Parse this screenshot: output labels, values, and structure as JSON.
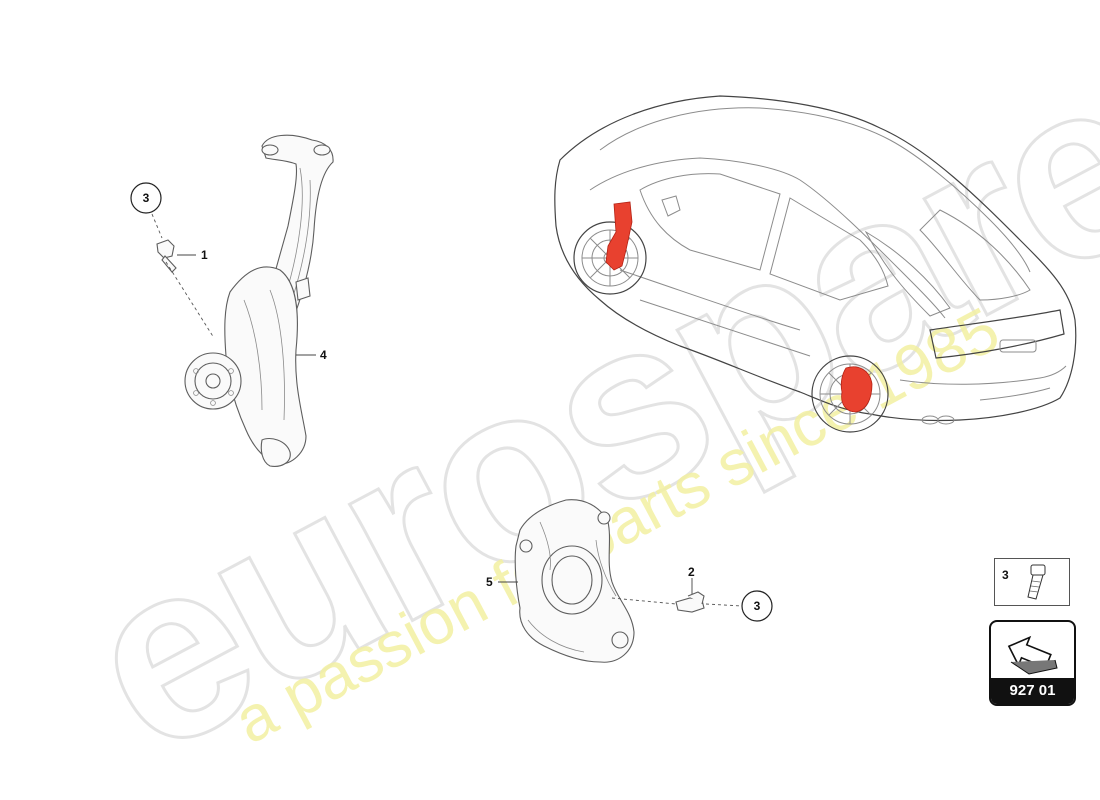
{
  "watermark": {
    "brand": "eurospares",
    "tagline": "a passion for parts since 1985"
  },
  "callouts": [
    {
      "id": "callout-1",
      "number": "1"
    },
    {
      "id": "callout-2",
      "number": "2"
    },
    {
      "id": "callout-3-top",
      "number": "3"
    },
    {
      "id": "callout-3-bottom",
      "number": "3"
    },
    {
      "id": "callout-4",
      "number": "4"
    },
    {
      "id": "callout-5",
      "number": "5"
    }
  ],
  "legend": {
    "part_number": "3",
    "icon": "bolt-icon"
  },
  "reference": {
    "code": "927 01",
    "icon": "direction-arrow-icon"
  },
  "colors": {
    "highlight": "#e8412f",
    "watermark_gray": "#e3e3e3",
    "watermark_yellow": "#f3f0a2"
  }
}
